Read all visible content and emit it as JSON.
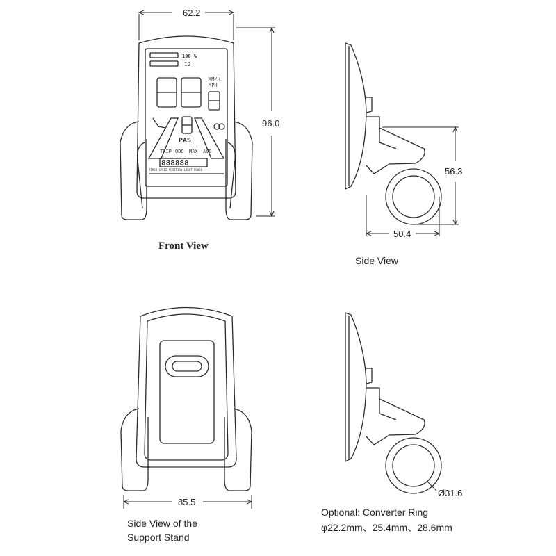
{
  "front_view": {
    "title": "Front View",
    "dim_width": "62.2",
    "dim_height": "96.0",
    "lcd": {
      "battery_pct": "100 %",
      "small_12": "12",
      "speed_digits": "88",
      "unit_top": "KM/H",
      "unit_bottom": "MPH",
      "pas_digit": "8",
      "pas_label": "PAS",
      "mode_labels": [
        "TRIP",
        "ODO",
        "MAX",
        "AVG"
      ],
      "odo_digits": "888888",
      "bottom_strip": "TIMER SPEED POSITION LIGHT POWER"
    }
  },
  "side_view": {
    "title": "Side View",
    "dim_height": "56.3",
    "dim_width": "50.4"
  },
  "stand_view": {
    "title_line1": "Side View of the",
    "title_line2": "Support Stand",
    "dim_width": "85.5"
  },
  "converter_view": {
    "dim_diameter": "Ø31.6",
    "note_line1": "Optional: Converter Ring",
    "note_line2": "φ22.2mm、25.4mm、28.6mm"
  },
  "colors": {
    "line": "#2a2a2a",
    "lcd_ink": "#333333"
  }
}
